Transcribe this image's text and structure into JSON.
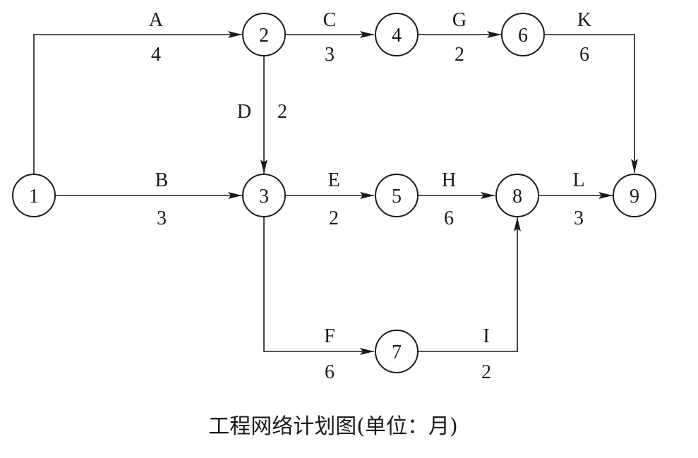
{
  "caption": "工程网络计划图(单位：月)",
  "colors": {
    "ink": "#1a1a1a",
    "background": "#ffffff"
  },
  "nodes": [
    {
      "id": "1",
      "label": "1"
    },
    {
      "id": "2",
      "label": "2"
    },
    {
      "id": "3",
      "label": "3"
    },
    {
      "id": "4",
      "label": "4"
    },
    {
      "id": "5",
      "label": "5"
    },
    {
      "id": "6",
      "label": "6"
    },
    {
      "id": "7",
      "label": "7"
    },
    {
      "id": "8",
      "label": "8"
    },
    {
      "id": "9",
      "label": "9"
    }
  ],
  "edges": [
    {
      "name": "A",
      "duration": "4",
      "from": "1",
      "to": "2"
    },
    {
      "name": "B",
      "duration": "3",
      "from": "1",
      "to": "3"
    },
    {
      "name": "C",
      "duration": "3",
      "from": "2",
      "to": "4"
    },
    {
      "name": "D",
      "duration": "2",
      "from": "2",
      "to": "3"
    },
    {
      "name": "E",
      "duration": "2",
      "from": "3",
      "to": "5"
    },
    {
      "name": "F",
      "duration": "6",
      "from": "3",
      "to": "7"
    },
    {
      "name": "G",
      "duration": "2",
      "from": "4",
      "to": "6"
    },
    {
      "name": "H",
      "duration": "6",
      "from": "5",
      "to": "8"
    },
    {
      "name": "I",
      "duration": "2",
      "from": "7",
      "to": "8"
    },
    {
      "name": "K",
      "duration": "6",
      "from": "6",
      "to": "9"
    },
    {
      "name": "L",
      "duration": "3",
      "from": "8",
      "to": "9"
    }
  ]
}
